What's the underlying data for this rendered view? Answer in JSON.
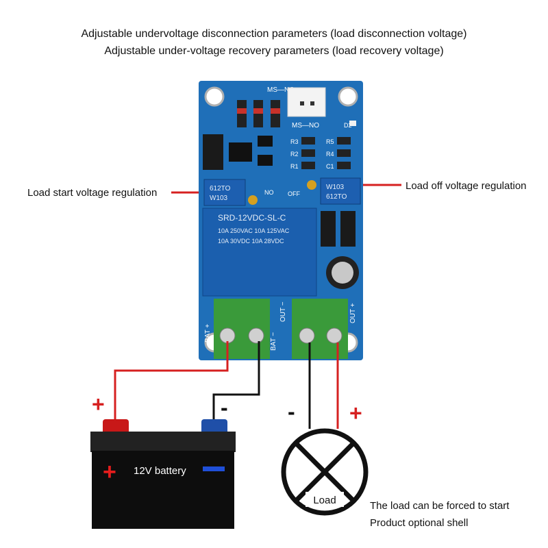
{
  "header": {
    "line1": "Adjustable undervoltage disconnection parameters (load disconnection voltage)",
    "line2": "Adjustable under-voltage recovery parameters (load recovery voltage)"
  },
  "callouts": {
    "load_start": "Load start voltage regulation",
    "load_off": "Load off voltage regulation"
  },
  "board": {
    "jumper_top": "MS—NO",
    "jumper_mid": "MS—NO",
    "relay_model": "SRD-12VDC-SL-C",
    "relay_line1": "10A 250VAC  10A 125VAC",
    "relay_line2": "10A 30VDC  10A 28VDC",
    "pot_code_left": "W103",
    "pot_code_right": "W103",
    "pot_series": "612TO",
    "switch_label": "NO",
    "off_label": "OFF",
    "bat_plus": "BAT +",
    "bat_minus": "BAT −",
    "out_minus": "OUT −",
    "out_plus": "OUT +",
    "res_labels": [
      "R3",
      "R2",
      "R1",
      "R5",
      "R4",
      "C1",
      "D2"
    ]
  },
  "battery": {
    "label": "12V battery",
    "plus_symbol": "+",
    "minus_symbol": "−"
  },
  "wire_marks": {
    "battery_plus": "+",
    "battery_minus": "-",
    "load_minus": "-",
    "load_plus": "+"
  },
  "load": {
    "label": "Load"
  },
  "notes": {
    "line1": "The load can be forced to start",
    "line2": "Product optional shell"
  },
  "colors": {
    "pcb": "#1f6fb8",
    "relay": "#1b5fae",
    "terminal": "#3a9a3a",
    "wire_red": "#d62020",
    "wire_black": "#111111"
  }
}
